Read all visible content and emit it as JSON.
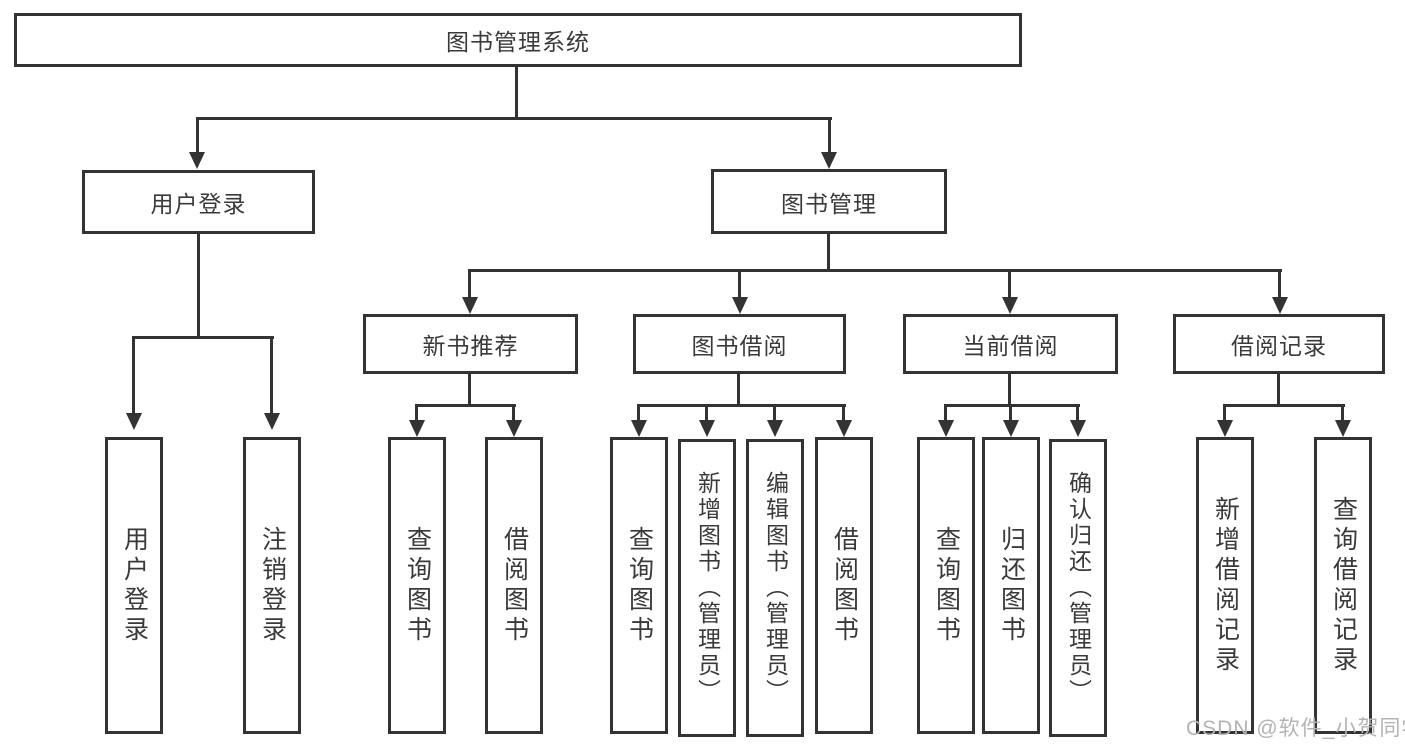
{
  "diagram": {
    "title": "图书管理系统",
    "type": "function-structure-tree",
    "colors": {
      "line": "#333333",
      "box_border": "#333333",
      "text": "#3a3a3a",
      "watermark": "#b3b3b3",
      "background": "#ffffff"
    },
    "nodes": {
      "root": "图书管理系统",
      "user_login": "用户登录",
      "book_mgmt": "图书管理",
      "new_book_rec": "新书推荐",
      "book_borrow": "图书借阅",
      "current_borrow": "当前借阅",
      "borrow_records": "借阅记录",
      "leaf_user_login": "用户登录",
      "leaf_logout": "注销登录",
      "leaf_query_book_1": "查询图书",
      "leaf_borrow_book_1": "借阅图书",
      "leaf_query_book_2": "查询图书",
      "leaf_add_book": "新增图书（管理员）",
      "leaf_edit_book": "编辑图书（管理员）",
      "leaf_borrow_book_2": "借阅图书",
      "leaf_query_book_3": "查询图书",
      "leaf_return_book": "归还图书",
      "leaf_confirm_return": "确认归还（管理员）",
      "leaf_add_record": "新增借阅记录",
      "leaf_query_record": "查询借阅记录"
    },
    "edges": [
      [
        "root",
        "user_login"
      ],
      [
        "root",
        "book_mgmt"
      ],
      [
        "user_login",
        "leaf_user_login"
      ],
      [
        "user_login",
        "leaf_logout"
      ],
      [
        "book_mgmt",
        "new_book_rec"
      ],
      [
        "book_mgmt",
        "book_borrow"
      ],
      [
        "book_mgmt",
        "current_borrow"
      ],
      [
        "book_mgmt",
        "borrow_records"
      ],
      [
        "new_book_rec",
        "leaf_query_book_1"
      ],
      [
        "new_book_rec",
        "leaf_borrow_book_1"
      ],
      [
        "book_borrow",
        "leaf_query_book_2"
      ],
      [
        "book_borrow",
        "leaf_add_book"
      ],
      [
        "book_borrow",
        "leaf_edit_book"
      ],
      [
        "book_borrow",
        "leaf_borrow_book_2"
      ],
      [
        "current_borrow",
        "leaf_query_book_3"
      ],
      [
        "current_borrow",
        "leaf_return_book"
      ],
      [
        "current_borrow",
        "leaf_confirm_return"
      ],
      [
        "borrow_records",
        "leaf_add_record"
      ],
      [
        "borrow_records",
        "leaf_query_record"
      ]
    ],
    "watermark": "CSDN @软件_小贺同学"
  }
}
